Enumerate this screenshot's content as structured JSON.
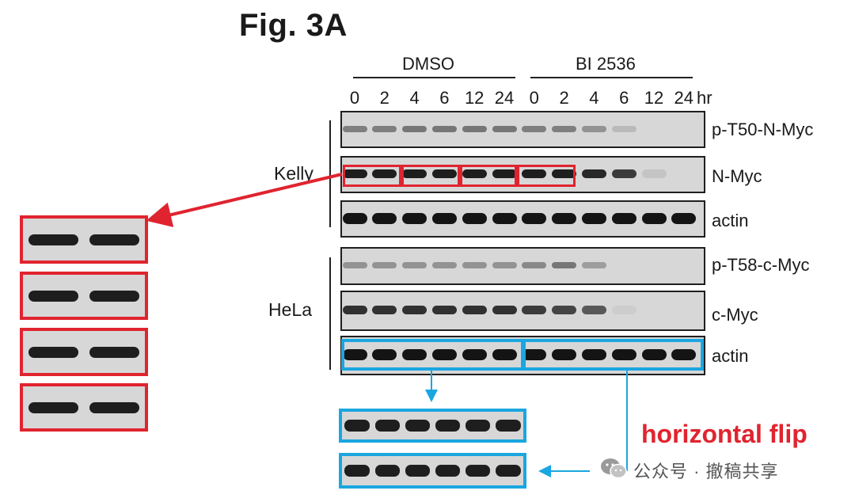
{
  "figure": {
    "title": "Fig. 3A"
  },
  "treatments": [
    {
      "label": "DMSO"
    },
    {
      "label": "BI 2536"
    }
  ],
  "timepoints": [
    "0",
    "2",
    "4",
    "6",
    "12",
    "24",
    "0",
    "2",
    "4",
    "6",
    "12",
    "24"
  ],
  "time_unit": "hr",
  "cell_lines": [
    {
      "label": "Kelly"
    },
    {
      "label": "HeLa"
    }
  ],
  "blots": [
    {
      "label": "p-T50-N-Myc",
      "intensity": [
        0.45,
        0.45,
        0.5,
        0.5,
        0.5,
        0.5,
        0.45,
        0.45,
        0.35,
        0.15,
        0,
        0
      ]
    },
    {
      "label": "N-Myc",
      "intensity": [
        0.95,
        0.95,
        0.95,
        0.95,
        0.95,
        0.95,
        0.95,
        0.95,
        0.9,
        0.8,
        0.1,
        0
      ]
    },
    {
      "label": "actin",
      "intensity": [
        1,
        1,
        1,
        1,
        1,
        1,
        1,
        1,
        1,
        1,
        1,
        1
      ]
    },
    {
      "label": "p-T58-c-Myc",
      "intensity": [
        0.35,
        0.35,
        0.35,
        0.35,
        0.35,
        0.35,
        0.4,
        0.5,
        0.3,
        0,
        0,
        0
      ]
    },
    {
      "label": "c-Myc",
      "intensity": [
        0.85,
        0.85,
        0.85,
        0.85,
        0.85,
        0.85,
        0.8,
        0.75,
        0.65,
        0.05,
        0,
        0
      ]
    },
    {
      "label": "actin",
      "intensity": [
        1,
        1,
        1,
        1,
        1,
        1,
        1,
        1,
        1,
        1,
        1,
        1
      ]
    }
  ],
  "annotations": {
    "flip_label": "horizontal flip",
    "watermark": "公众号 · 撤稿共享"
  },
  "colors": {
    "highlight_red": "#e0242f",
    "highlight_blue": "#1aa6e0",
    "band_dark": "#161616",
    "membrane": "#d7d7d7"
  }
}
